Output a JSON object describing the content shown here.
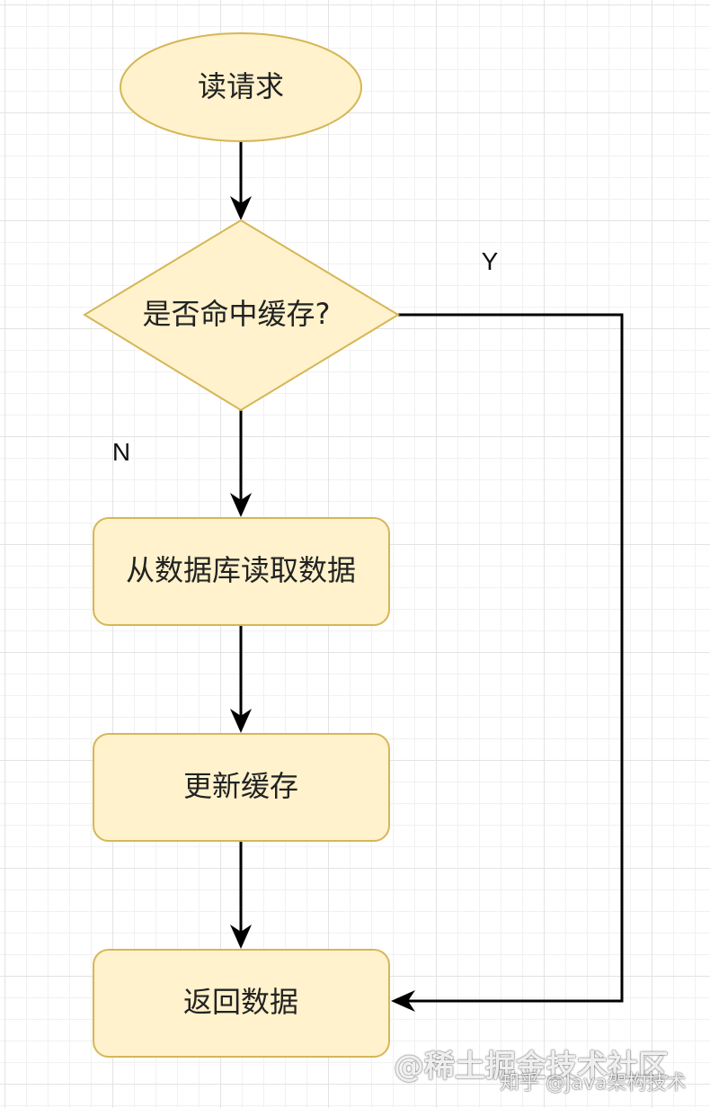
{
  "diagram": {
    "nodes": {
      "start": {
        "label": "读请求",
        "shape": "ellipse"
      },
      "decision": {
        "label": "是否命中缓存?",
        "shape": "diamond"
      },
      "read_db": {
        "label": "从数据库读取数据",
        "shape": "rounded-rect"
      },
      "update_cache": {
        "label": "更新缓存",
        "shape": "rounded-rect"
      },
      "return_data": {
        "label": "返回数据",
        "shape": "rounded-rect"
      }
    },
    "edges": [
      {
        "from": "start",
        "to": "decision",
        "label": ""
      },
      {
        "from": "decision",
        "to": "return_data",
        "label": "Y"
      },
      {
        "from": "decision",
        "to": "read_db",
        "label": "N"
      },
      {
        "from": "read_db",
        "to": "update_cache",
        "label": ""
      },
      {
        "from": "update_cache",
        "to": "return_data",
        "label": ""
      }
    ],
    "edge_labels": {
      "yes": "Y",
      "no": "N"
    }
  },
  "colors": {
    "node_fill": "#fff2cc",
    "node_stroke": "#d6b656",
    "edge": "#000000",
    "grid": "#e3e3e3"
  },
  "watermark": {
    "main": "@稀土掘金技术社区",
    "sub": "知乎 @Java架构技术"
  }
}
